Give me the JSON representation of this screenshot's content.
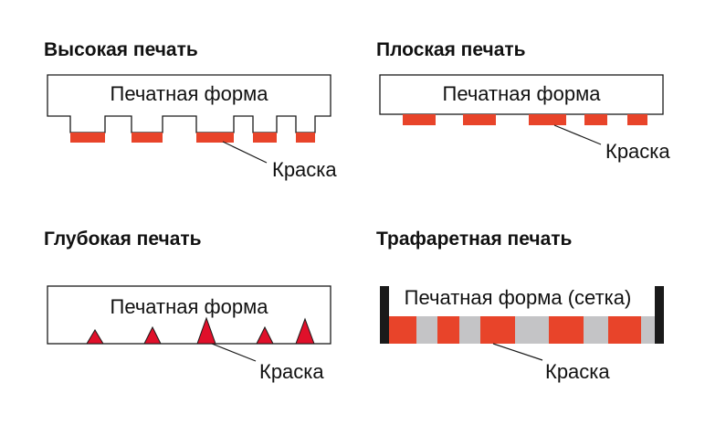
{
  "colors": {
    "ink": "#e8442a",
    "ink_triangle": "#e0102a",
    "mesh": "#c4c4c6",
    "frame": "#1a1a1a",
    "outline": "#1a1a1a",
    "text": "#111111"
  },
  "panels": {
    "letterpress": {
      "title": "Высокая печать",
      "plate_label": "Печатная форма",
      "ink_label": "Краска"
    },
    "planographic": {
      "title": "Плоская печать",
      "plate_label": "Печатная форма",
      "ink_label": "Краска"
    },
    "gravure": {
      "title": "Глубокая печать",
      "plate_label": "Печатная форма",
      "ink_label": "Краска"
    },
    "screen": {
      "title": "Трафаретная печать",
      "plate_label": "Печатная форма (сетка)",
      "ink_label": "Краска"
    }
  }
}
